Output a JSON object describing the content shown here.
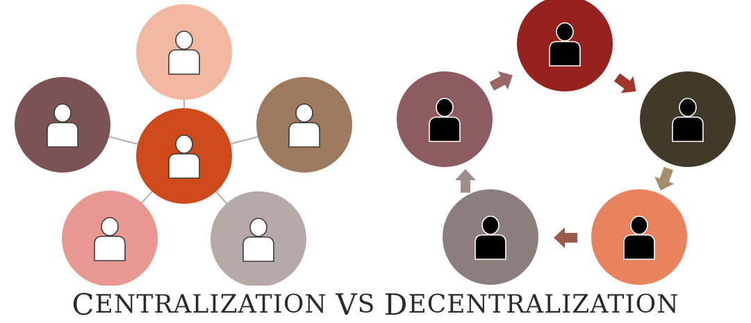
{
  "caption": {
    "parts": [
      {
        "text": "C",
        "big": true
      },
      {
        "text": "ENTRALIZATION ",
        "big": false
      },
      {
        "text": "V",
        "big": true
      },
      {
        "text": "S ",
        "big": false
      },
      {
        "text": "D",
        "big": true
      },
      {
        "text": "ECENTRALIZATION",
        "big": false
      }
    ]
  },
  "centralized": {
    "hub_color": "#cf4a1a",
    "spoke_color": "#b3aca8",
    "node_colors": [
      "#f2b7a0",
      "#9c7a5f",
      "#b6aaa8",
      "#e89890",
      "#7a5356"
    ],
    "icon_fill": "#ffffff",
    "icon_stroke": "#3a3a3a"
  },
  "decentralized": {
    "node_colors": [
      "#96221f",
      "#413929",
      "#e9825e",
      "#8d7e7e",
      "#8c5c60"
    ],
    "arrow_colors": [
      "#a0352b",
      "#a58d6b",
      "#9c5a4a",
      "#9f8c8c",
      "#9a6666"
    ],
    "icon_fill": "#000000",
    "icon_stroke": "#ffffff"
  }
}
